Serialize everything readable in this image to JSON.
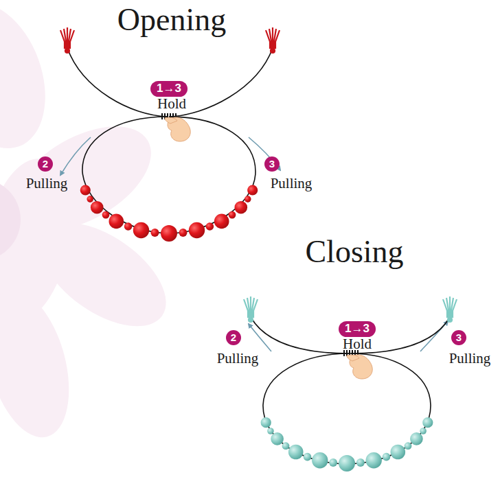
{
  "diagram": {
    "labels": [
      "Opening",
      "1→3",
      "Hold",
      "2",
      "Pulling",
      "3",
      "Pulling",
      "Closing",
      "1→3",
      "Hold",
      "2",
      "Pulling",
      "3",
      "Pulling"
    ]
  }
}
